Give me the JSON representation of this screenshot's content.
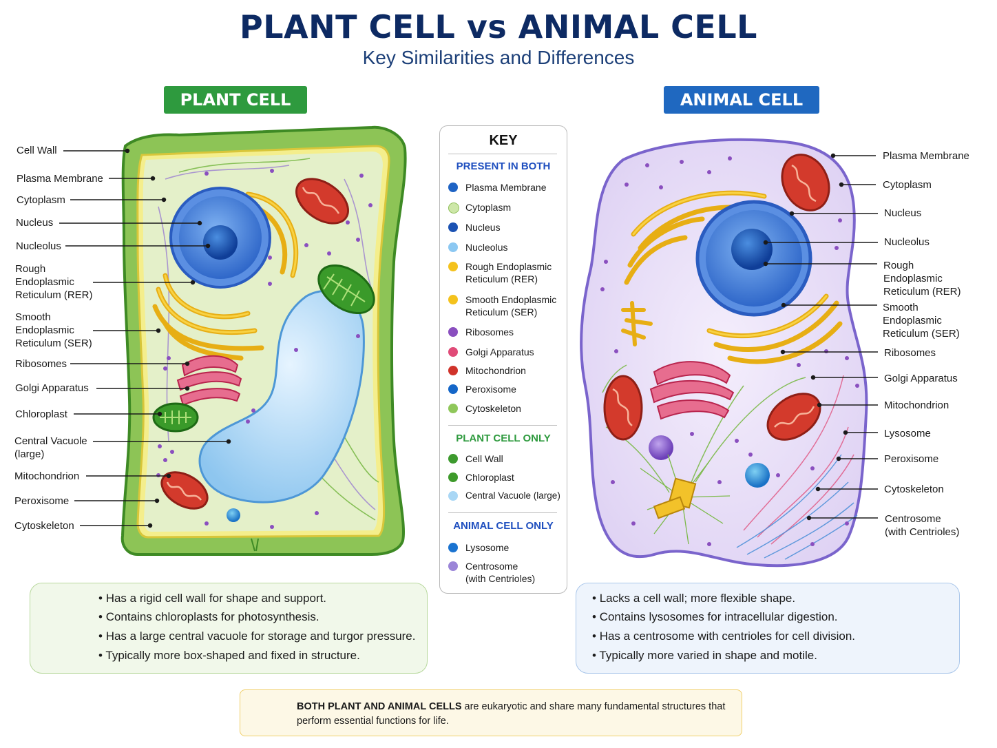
{
  "title": "PLANT CELL vs ANIMAL CELL",
  "subtitle": "Key Similarities and Differences",
  "plant": {
    "banner": "PLANT CELL",
    "labels": [
      "Cell Wall",
      "Plasma Membrane",
      "Cytoplasm",
      "Nucleus",
      "Nucleolus",
      "Rough\nEndoplasmic\nReticulum (RER)",
      "Smooth\nEndoplasmic\nReticulum (SER)",
      "Ribosomes",
      "Golgi Apparatus",
      "Chloroplast",
      "Central Vacuole\n(large)",
      "Mitochondrion",
      "Peroxisome",
      "Cytoskeleton"
    ],
    "bullets": [
      "Has a rigid cell wall for shape and support.",
      "Contains chloroplasts for photosynthesis.",
      "Has a large central vacuole for storage and turgor pressure.",
      "Typically more box-shaped and fixed in structure."
    ]
  },
  "animal": {
    "banner": "ANIMAL CELL",
    "labels": [
      "Plasma Membrane",
      "Cytoplasm",
      "Nucleus",
      "Nucleolus",
      "Rough\nEndoplasmic\nReticulum (RER)",
      "Smooth\nEndoplasmic\nReticulum (SER)",
      "Ribosomes",
      "Golgi Apparatus",
      "Mitochondrion",
      "Lysosome",
      "Peroxisome",
      "Cytoskeleton",
      "Centrosome\n(with Centrioles)"
    ],
    "bullets": [
      "Lacks a cell wall; more flexible shape.",
      "Contains lysosomes for intracellular digestion.",
      "Has a centrosome with centrioles for cell division.",
      "Typically more varied in shape and motile."
    ]
  },
  "key": {
    "title": "KEY",
    "sections": [
      {
        "heading": "PRESENT IN BOTH",
        "color": "#1f4fbf",
        "items": [
          {
            "label": "Plasma Membrane",
            "color": "#1e63c4"
          },
          {
            "label": "Cytoplasm",
            "color": "#cde7a8"
          },
          {
            "label": "Nucleus",
            "color": "#1b52b3"
          },
          {
            "label": "Nucleolus",
            "color": "#8cc8f2"
          },
          {
            "label": "Rough Endoplasmic\nReticulum (RER)",
            "color": "#f4c21d"
          },
          {
            "label": "Smooth Endoplasmic\nReticulum (SER)",
            "color": "#f4c21d"
          },
          {
            "label": "Ribosomes",
            "color": "#8a4fbf"
          },
          {
            "label": "Golgi Apparatus",
            "color": "#e04b78"
          },
          {
            "label": "Mitochondrion",
            "color": "#d0332a"
          },
          {
            "label": "Peroxisome",
            "color": "#1466c8"
          },
          {
            "label": "Cytoskeleton",
            "color": "#8fc75a"
          }
        ]
      },
      {
        "heading": "PLANT CELL ONLY",
        "color": "#2e9a3e",
        "items": [
          {
            "label": "Cell Wall",
            "color": "#3d9a2e"
          },
          {
            "label": "Chloroplast",
            "color": "#3e9a2b"
          },
          {
            "label": "Central Vacuole (large)",
            "color": "#a9d7f5"
          }
        ]
      },
      {
        "heading": "ANIMAL CELL ONLY",
        "color": "#1f4fbf",
        "items": [
          {
            "label": "Lysosome",
            "color": "#1a73d0"
          },
          {
            "label": "Centrosome\n(with Centrioles)",
            "color": "#9b85d8"
          }
        ]
      }
    ]
  },
  "note": {
    "bold": "BOTH PLANT AND ANIMAL CELLS",
    "text": " are eukaryotic and share many fundamental structures that perform essential functions for life."
  },
  "icons": {
    "plant": "leaf-icon",
    "animal": "rabbit-icon",
    "note": "lightbulb-icon"
  }
}
